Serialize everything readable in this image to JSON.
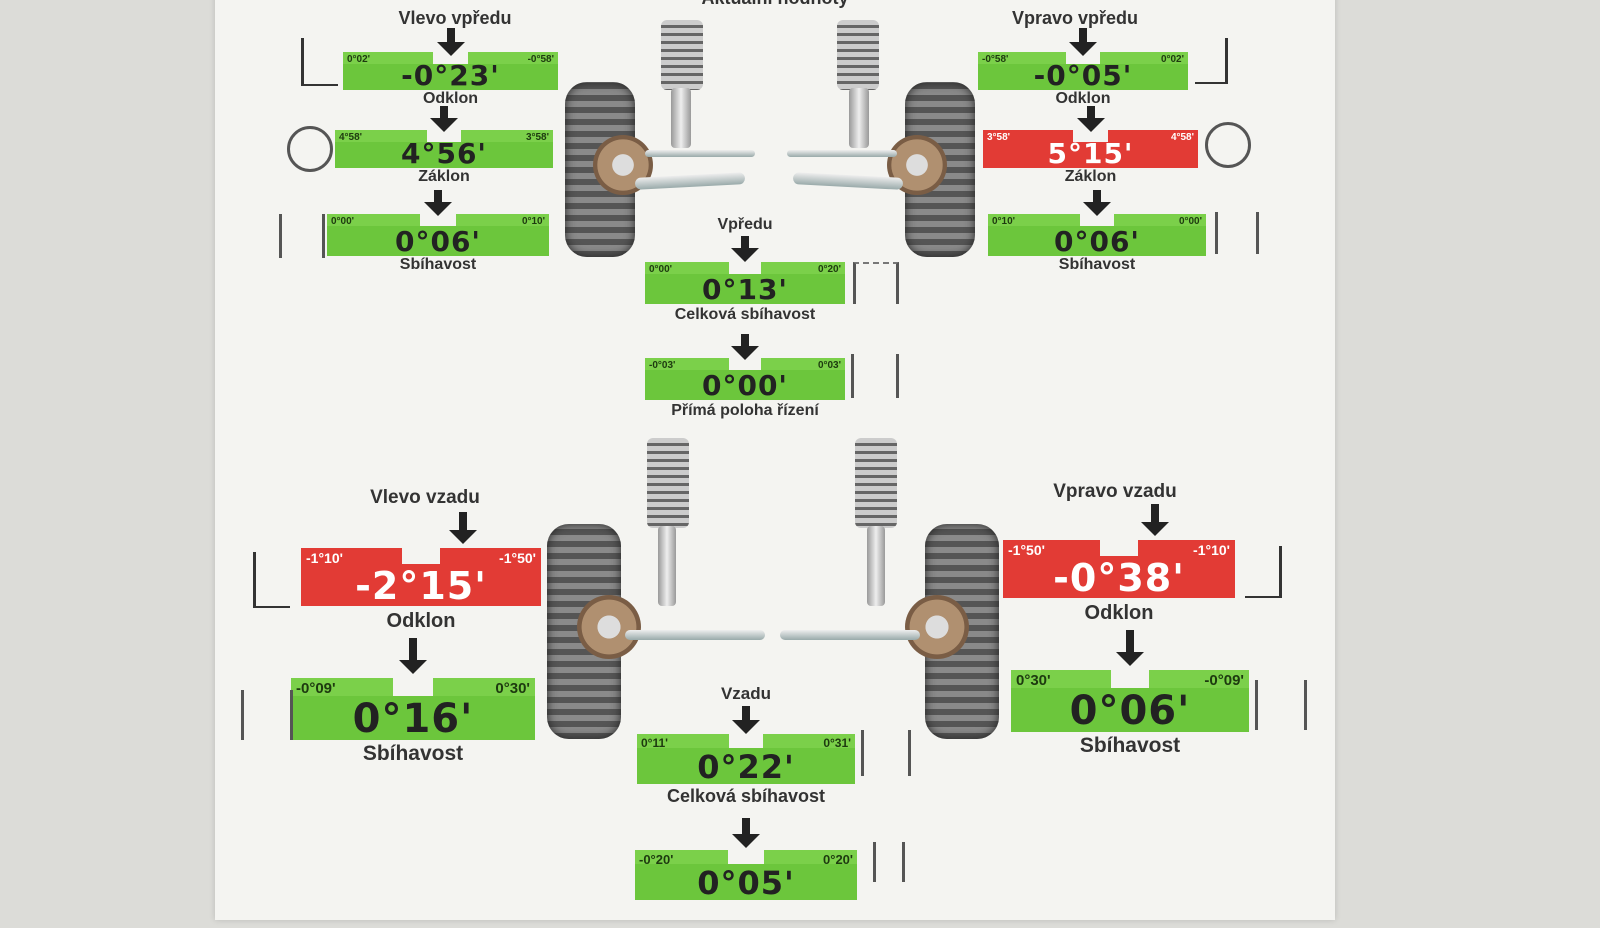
{
  "colors": {
    "ok": "#6cc63c",
    "bad": "#e23b35"
  },
  "header": {
    "partial_title": "Aktuální hodnoty"
  },
  "front": {
    "left_title": "Vlevo vpředu",
    "right_title": "Vpravo vpředu",
    "left_camber": {
      "low": "0°02'",
      "high": "-0°58'",
      "value": "-0°23'",
      "label": "Odklon",
      "status": "ok"
    },
    "left_caster": {
      "low": "4°58'",
      "high": "3°58'",
      "value": "4°56'",
      "label": "Záklon",
      "status": "ok"
    },
    "left_toe": {
      "low": "0°00'",
      "high": "0°10'",
      "value": "0°06'",
      "label": "Sbíhavost",
      "status": "ok"
    },
    "right_camber": {
      "low": "-0°58'",
      "high": "0°02'",
      "value": "-0°05'",
      "label": "Odklon",
      "status": "ok"
    },
    "right_caster": {
      "low": "3°58'",
      "high": "4°58'",
      "value": "5°15'",
      "label": "Záklon",
      "status": "bad"
    },
    "right_toe": {
      "low": "0°10'",
      "high": "0°00'",
      "value": "0°06'",
      "label": "Sbíhavost",
      "status": "ok"
    },
    "total_title": "Vpředu",
    "total_toe": {
      "low": "0°00'",
      "high": "0°20'",
      "value": "0°13'",
      "label": "Celková sbíhavost",
      "status": "ok"
    },
    "steering": {
      "low": "-0°03'",
      "high": "0°03'",
      "value": "0°00'",
      "label": "Přímá poloha řízení",
      "status": "ok"
    }
  },
  "rear": {
    "left_title": "Vlevo vzadu",
    "right_title": "Vpravo vzadu",
    "left_camber": {
      "low": "-1°10'",
      "high": "-1°50'",
      "value": "-2°15'",
      "label": "Odklon",
      "status": "bad"
    },
    "left_toe": {
      "low": "-0°09'",
      "high": "0°30'",
      "value": "0°16'",
      "label": "Sbíhavost",
      "status": "ok"
    },
    "right_camber": {
      "low": "-1°50'",
      "high": "-1°10'",
      "value": "-0°38'",
      "label": "Odklon",
      "status": "bad"
    },
    "right_toe": {
      "low": "0°30'",
      "high": "-0°09'",
      "value": "0°06'",
      "label": "Sbíhavost",
      "status": "ok"
    },
    "total_title": "Vzadu",
    "total_toe": {
      "low": "0°11'",
      "high": "0°31'",
      "value": "0°22'",
      "label": "Celková sbíhavost",
      "status": "ok"
    },
    "thrust": {
      "low": "-0°20'",
      "high": "0°20'",
      "value": "0°05'",
      "status": "ok"
    }
  }
}
